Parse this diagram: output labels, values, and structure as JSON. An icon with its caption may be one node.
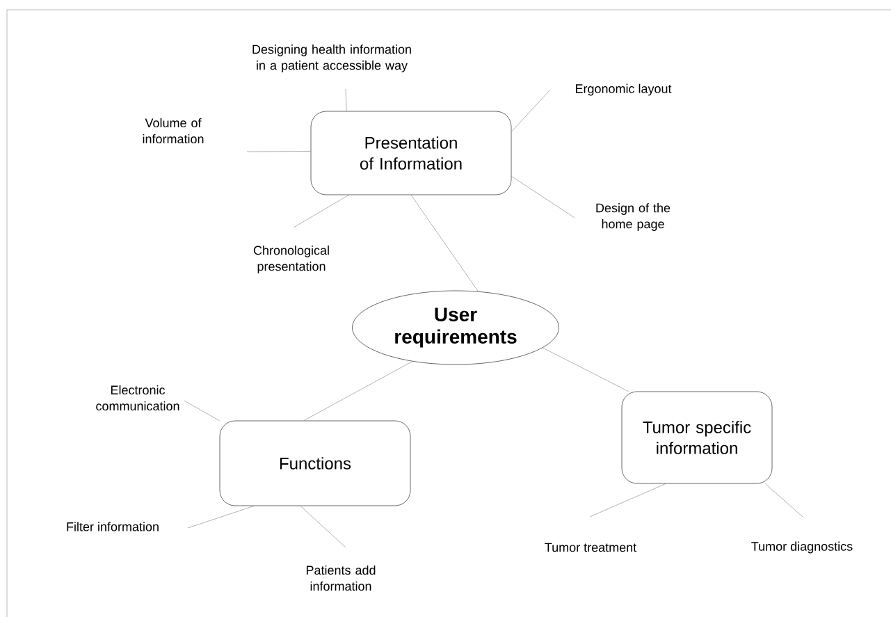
{
  "diagram": {
    "nodes": [
      {
        "text": [
          "User requirements"
        ]
      },
      {
        "text": [
          "Presentation of Information"
        ]
      },
      {
        "text": [
          "Functions"
        ]
      },
      {
        "text": [
          "Tumor specific information"
        ]
      },
      {
        "text": [
          "Designing health information in a patient accessible way"
        ]
      },
      {
        "text": [
          "Ergonomic layout"
        ]
      },
      {
        "text": [
          "Volume of information"
        ]
      },
      {
        "text": [
          "Design of the home page"
        ]
      },
      {
        "text": [
          "Chronological presentation"
        ]
      },
      {
        "text": [
          "Electronic communication"
        ]
      },
      {
        "text": [
          "Filter information"
        ]
      },
      {
        "text": [
          "Patients add information"
        ]
      },
      {
        "text": [
          "Tumor treatment"
        ]
      },
      {
        "text": [
          "Tumor diagnostics"
        ]
      }
    ],
    "edges": [
      {
        "from": 0,
        "to": 1,
        "arrow": "none"
      },
      {
        "from": 0,
        "to": 2,
        "arrow": "none"
      },
      {
        "from": 0,
        "to": 3,
        "arrow": "none"
      },
      {
        "from": 1,
        "to": 4,
        "arrow": "none"
      },
      {
        "from": 1,
        "to": 5,
        "arrow": "none"
      },
      {
        "from": 1,
        "to": 6,
        "arrow": "none"
      },
      {
        "from": 1,
        "to": 7,
        "arrow": "none"
      },
      {
        "from": 1,
        "to": 8,
        "arrow": "none"
      },
      {
        "from": 2,
        "to": 9,
        "arrow": "none"
      },
      {
        "from": 2,
        "to": 10,
        "arrow": "none"
      },
      {
        "from": 2,
        "to": 11,
        "arrow": "none"
      },
      {
        "from": 3,
        "to": 12,
        "arrow": "none"
      },
      {
        "from": 3,
        "to": 13,
        "arrow": "none"
      }
    ]
  }
}
